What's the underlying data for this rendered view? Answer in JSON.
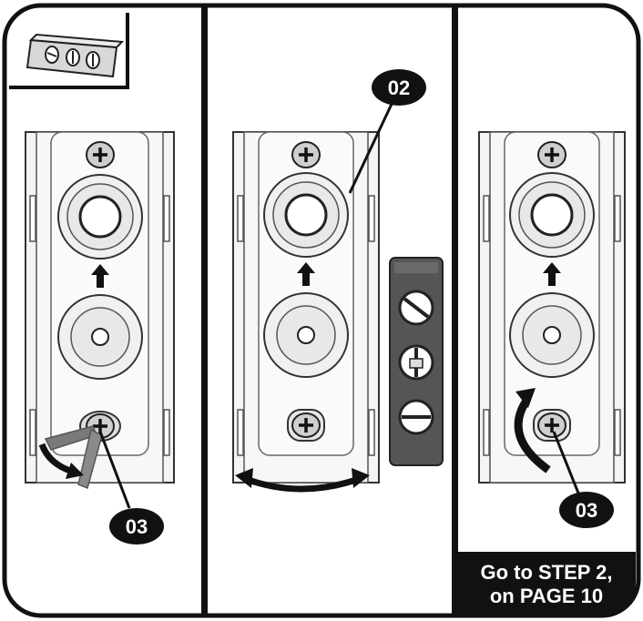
{
  "callouts": {
    "c1": "03",
    "c2": "02",
    "c3": "03"
  },
  "footer": {
    "line1": "Go to STEP 2,",
    "line2": "on PAGE 10"
  },
  "colors": {
    "outline": "#111111",
    "plate": "#f4f4f4",
    "screw": "#cfcfcf",
    "wrench": "#6e6e6e",
    "adjuster": "#5a5a5a"
  }
}
